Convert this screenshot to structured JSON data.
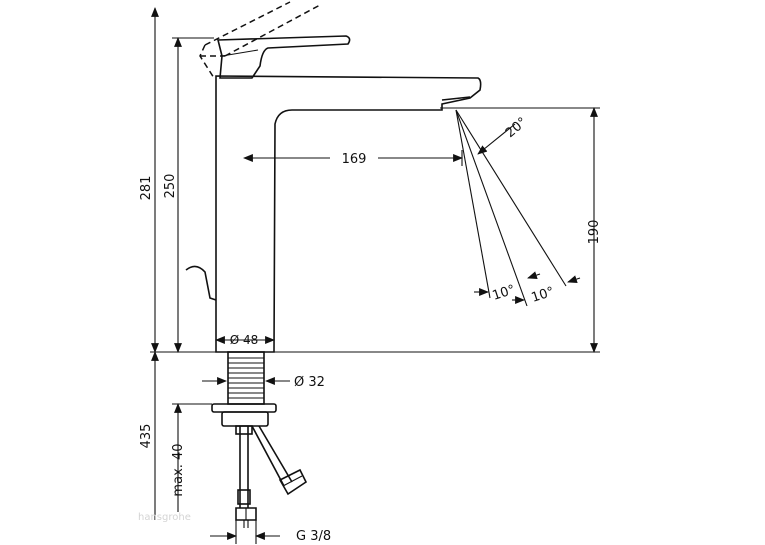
{
  "dimensions": {
    "total_height": "281",
    "spout_height_upper": "250",
    "spout_reach": "169",
    "spray_angle": "20°",
    "spout_clearance": "190",
    "angle_left": "10°",
    "angle_right": "10°",
    "body_diameter": "Ø 48",
    "shank_diameter": "Ø 32",
    "below_deck": "435",
    "max_thickness": "max. 40",
    "thread": "G 3/8"
  },
  "watermark": "hansgrohe"
}
